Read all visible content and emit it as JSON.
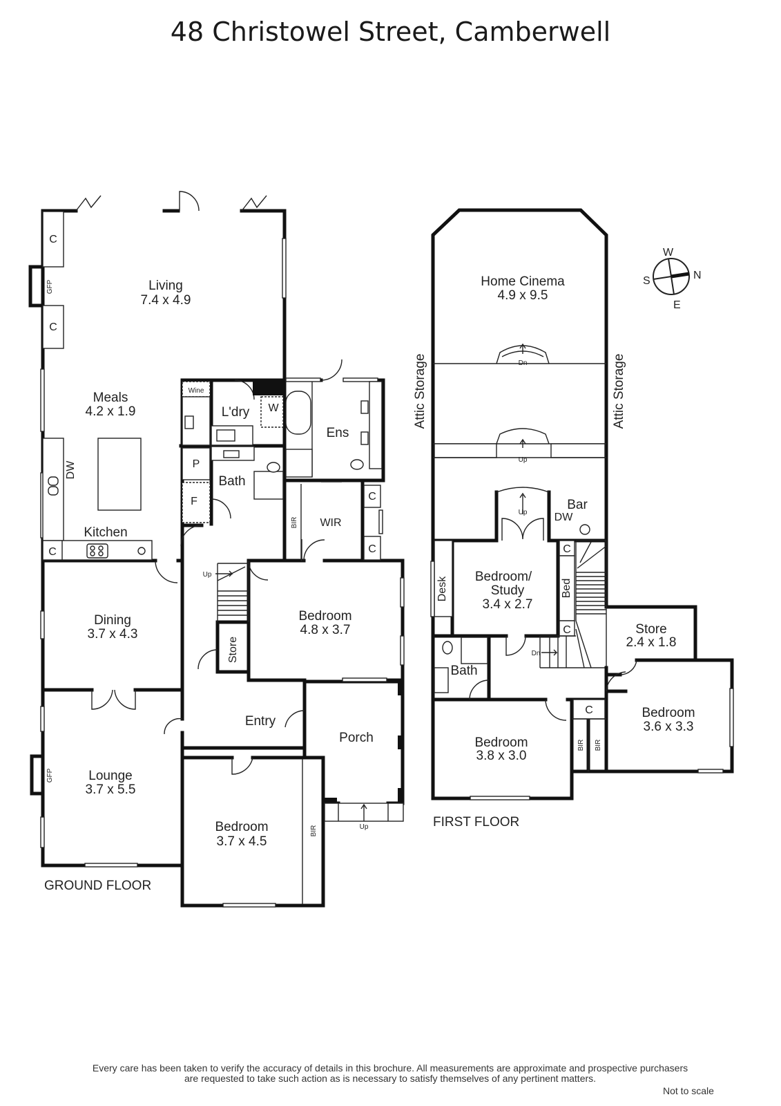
{
  "title": "48 Christowel Street, Camberwell",
  "footer": {
    "disclaimer_line1": "Every care has been taken to verify the accuracy of details in this brochure.  All measurements are approximate and prospective purchasers",
    "disclaimer_line2": "are requested to take such action as is necessary to satisfy themselves of any pertinent matters.",
    "not_to_scale": "Not to scale"
  },
  "floors": {
    "ground": "GROUND FLOOR",
    "first": "FIRST FLOOR"
  },
  "compass": {
    "w": "W",
    "n": "N",
    "s": "S",
    "e": "E"
  },
  "ground_rooms": {
    "living": {
      "name": "Living",
      "dims": "7.4 x 4.9"
    },
    "meals": {
      "name": "Meals",
      "dims": "4.2 x 1.9"
    },
    "kitchen": {
      "name": "Kitchen"
    },
    "dining": {
      "name": "Dining",
      "dims": "3.7 x 4.3"
    },
    "lounge": {
      "name": "Lounge",
      "dims": "3.7 x 5.5"
    },
    "bedroom_front": {
      "name": "Bedroom",
      "dims": "3.7 x 4.5"
    },
    "bedroom_mid": {
      "name": "Bedroom",
      "dims": "4.8 x 3.7"
    },
    "entry": {
      "name": "Entry"
    },
    "porch": {
      "name": "Porch"
    },
    "laundry": {
      "name": "L'dry"
    },
    "bath": {
      "name": "Bath"
    },
    "ens": {
      "name": "Ens"
    },
    "wir": {
      "name": "WIR"
    },
    "store": {
      "name": "Store"
    }
  },
  "ground_fixtures": {
    "c": "C",
    "gfp": "GFP",
    "wine": "Wine",
    "w": "W",
    "p": "P",
    "f": "F",
    "dw": "DW",
    "bir": "BIR",
    "up": "Up"
  },
  "first_rooms": {
    "home_cinema": {
      "name": "Home Cinema",
      "dims": "4.9 x 9.5"
    },
    "attic_storage": {
      "name": "Attic Storage"
    },
    "bar": {
      "name": "Bar"
    },
    "bedroom_study": {
      "name1": "Bedroom/",
      "name2": "Study",
      "dims": "3.4 x 2.7"
    },
    "store": {
      "name": "Store",
      "dims": "2.4 x 1.8"
    },
    "bedroom_right": {
      "name": "Bedroom",
      "dims": "3.6 x 3.3"
    },
    "bedroom_left": {
      "name": "Bedroom",
      "dims": "3.8 x 3.0"
    },
    "bath": {
      "name": "Bath"
    }
  },
  "first_fixtures": {
    "desk": "Desk",
    "bed": "Bed",
    "dw": "DW",
    "c": "C",
    "bir": "BIR",
    "up": "Up",
    "dn": "Dn"
  }
}
